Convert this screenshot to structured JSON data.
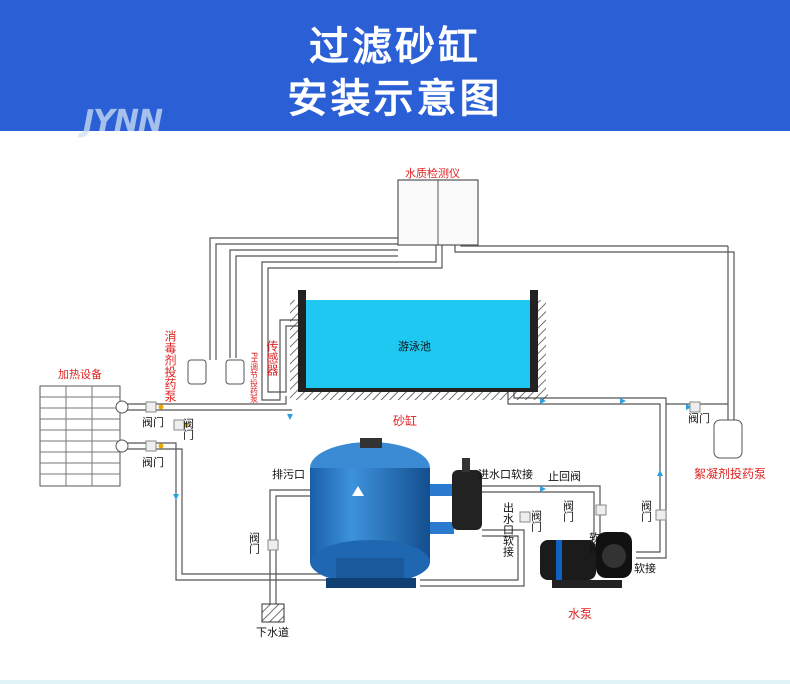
{
  "header": {
    "title_line1": "过滤砂缸",
    "title_line2": "安装示意图",
    "watermark": "JYNN"
  },
  "colors": {
    "banner": "#2a5fd6",
    "pool_water": "#1ec8f0",
    "tank": "#2277c2",
    "label_red": "#e02222",
    "pipe": "#444444"
  },
  "labels": {
    "water_quality_meter": "水质检测仪",
    "pool": "游泳池",
    "disinfectant_pump": "消毒剂投药泵",
    "ph_dosing_pump": "PH调节投药泵",
    "sensor": "传感器",
    "heater": "加热设备",
    "valve": "阀门",
    "sand_tank": "砂缸",
    "drain_port": "排污口",
    "inlet_hose": "进水口软接",
    "outlet_hose": "出水口软接",
    "check_valve": "止回阀",
    "soft_joint": "软接",
    "flocculant_pump": "絮凝剂投药泵",
    "pump": "水泵",
    "sewer": "下水道"
  }
}
